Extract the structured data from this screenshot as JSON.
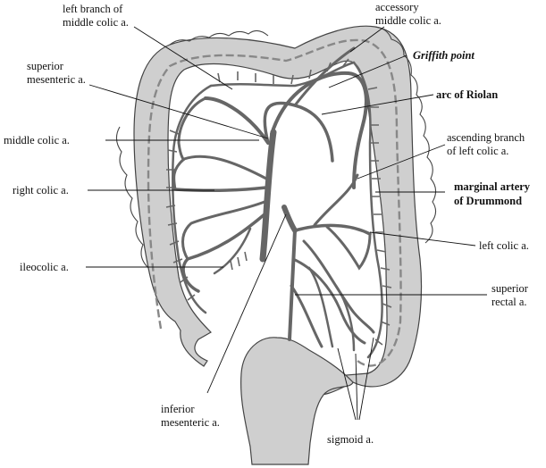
{
  "labels": {
    "left_branch_middle_colic": [
      "left branch of",
      "middle colic a."
    ],
    "accessory_middle_colic": [
      "accessory",
      "middle colic a."
    ],
    "superior_mesenteric": [
      "superior",
      "mesenteric a."
    ],
    "griffith_point": "Griffith point",
    "arc_of_riolan": "arc of Riolan",
    "middle_colic": "middle colic a.",
    "ascending_branch_left_colic": [
      "ascending branch",
      "of left colic a."
    ],
    "right_colic": "right colic a.",
    "marginal_artery": [
      "marginal artery",
      "of Drummond"
    ],
    "left_colic": "left colic a.",
    "ileocolic": "ileocolic a.",
    "superior_rectal": [
      "superior",
      "rectal a."
    ],
    "inferior_mesenteric": [
      "inferior",
      "mesenteric a."
    ],
    "sigmoid": "sigmoid a."
  },
  "colors": {
    "colon_fill": "#cfcfcf",
    "colon_outline": "#444444",
    "artery": "#666666",
    "text": "#111111"
  }
}
